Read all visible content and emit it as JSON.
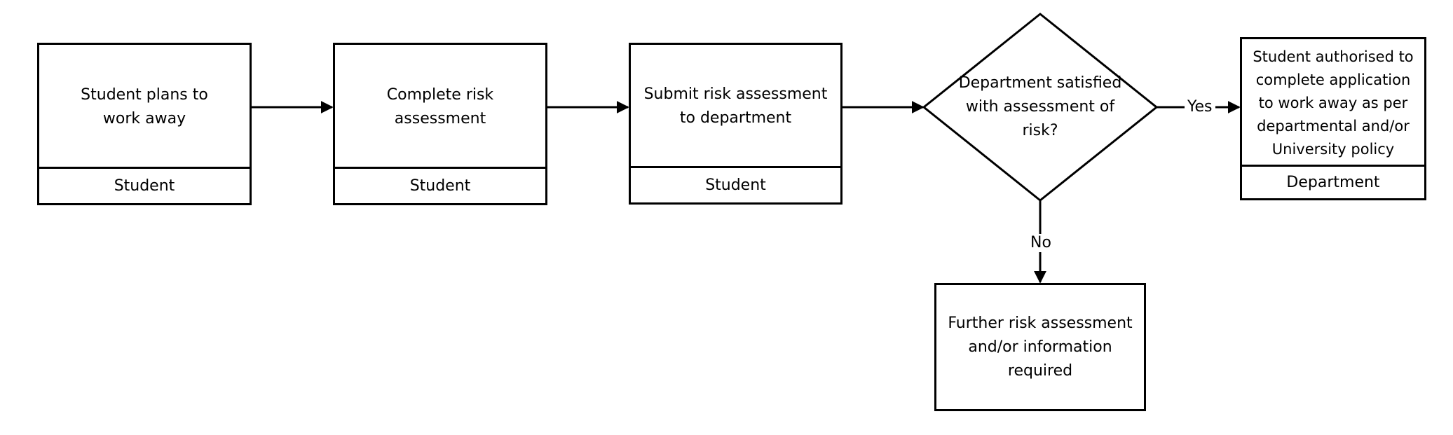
{
  "nodes": {
    "plan": {
      "text": "Student plans to work away",
      "role": "Student"
    },
    "complete": {
      "text": "Complete risk assessment",
      "role": "Student"
    },
    "submit": {
      "text": "Submit risk assessment to department",
      "role": "Student"
    },
    "decision": {
      "text": "Department satisfied with assessment of risk?"
    },
    "authorised": {
      "text": "Student authorised to complete application to work away as per departmental and/or University policy",
      "role": "Department"
    },
    "further": {
      "text": "Further risk assessment and/or information required"
    }
  },
  "edges": {
    "yes_label": "Yes",
    "no_label": "No"
  },
  "colors": {
    "stroke": "#000000",
    "fill": "#ffffff"
  }
}
